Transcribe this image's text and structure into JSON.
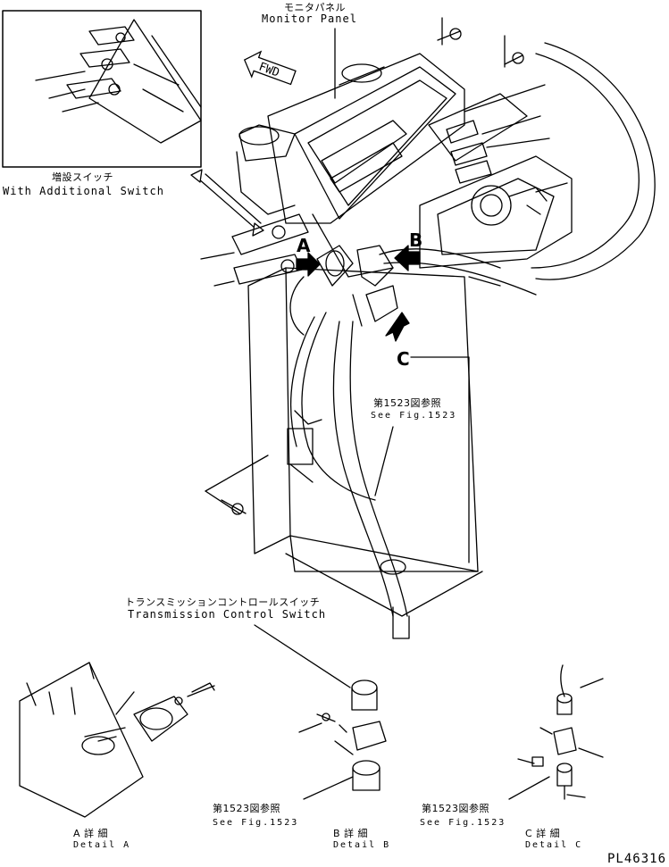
{
  "labels": {
    "monitor_panel_jp": "モニタパネル",
    "monitor_panel_en": "Monitor Panel",
    "add_switch_jp": "増設スイッチ",
    "add_switch_en": "With Additional Switch",
    "fwd": "FWD",
    "arrow_a": "A",
    "arrow_b": "B",
    "arrow_c": "C",
    "see_fig_jp_main": "第1523図参照",
    "see_fig_en_main": "See Fig.1523",
    "tcs_jp": "トランスミッションコントロールスイッチ",
    "tcs_en": "Transmission Control Switch",
    "detail_a_jp": "A 詳 細",
    "detail_a_en": "Detail A",
    "see_fig_jp_b": "第1523図参照",
    "see_fig_en_b": "See Fig.1523",
    "detail_b_jp": "B 詳 細",
    "detail_b_en": "Detail B",
    "see_fig_jp_c": "第1523図参照",
    "see_fig_en_c": "See Fig.1523",
    "detail_c_jp": "C 詳 細",
    "detail_c_en": "Detail C",
    "part_no": "PL46316"
  },
  "colors": {
    "ink": "#000000",
    "paper": "#ffffff"
  }
}
